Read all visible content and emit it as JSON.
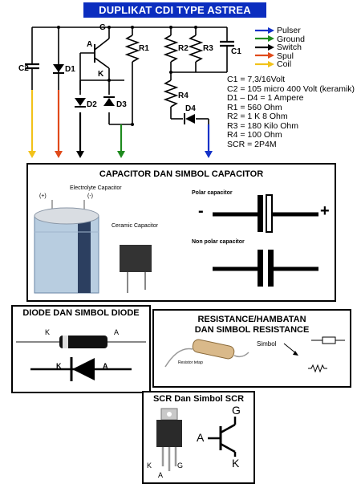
{
  "title": "DUPLIKAT CDI TYPE ASTREA",
  "circuit": {
    "labels": {
      "G": "G",
      "A": "A",
      "K": "K",
      "C1": "C1",
      "C2": "C2",
      "D1": "D1",
      "D2": "D2",
      "D3": "D3",
      "D4": "D4",
      "R1": "R1",
      "R2": "R2",
      "R3": "R3",
      "R4": "R4"
    }
  },
  "legend": [
    {
      "label": "Pulser",
      "color": "#1432c8"
    },
    {
      "label": "Ground",
      "color": "#1e8a1e"
    },
    {
      "label": "Switch",
      "color": "#000000"
    },
    {
      "label": "Spul",
      "color": "#e04a1a"
    },
    {
      "label": "Coil",
      "color": "#f2c21a"
    }
  ],
  "specs": [
    "C1 = 7,3/16Volt",
    "C2 = 105 micro 400 Volt (keramik)",
    "D1 – D4 = 1 Ampere",
    "R1 = 560 Ohm",
    "R2 = 1 K 8 Ohm",
    "R3 = 180 Kilo Ohm",
    "R4 = 100 Ohm",
    "SCR = 2P4M"
  ],
  "capacitor_box": {
    "title": "CAPACITOR DAN SIMBOL CAPACITOR",
    "electrolyte_label": "Electrolyte Capacitor",
    "plus_label": "(+)",
    "minus_label": "(-)",
    "ceramic_label": "Ceramic Capacitor",
    "polar_label": "Polar capacitor",
    "nonpolar_label": "Non polar capacitor",
    "minus_sign": "-",
    "plus_sign": "+"
  },
  "diode_box": {
    "title": "DIODE DAN SIMBOL DIODE",
    "k_label": "K",
    "a_label": "A"
  },
  "resistance_box": {
    "title_line1": "RESISTANCE/HAMBATAN",
    "title_line2": "DAN SIMBOL RESISTANCE",
    "symbol_label": "Simbol",
    "photo_caption": "Resistor tetap"
  },
  "scr_box": {
    "title": "SCR Dan Simbol SCR",
    "g_label": "G",
    "a_label": "A",
    "k_label": "K"
  }
}
